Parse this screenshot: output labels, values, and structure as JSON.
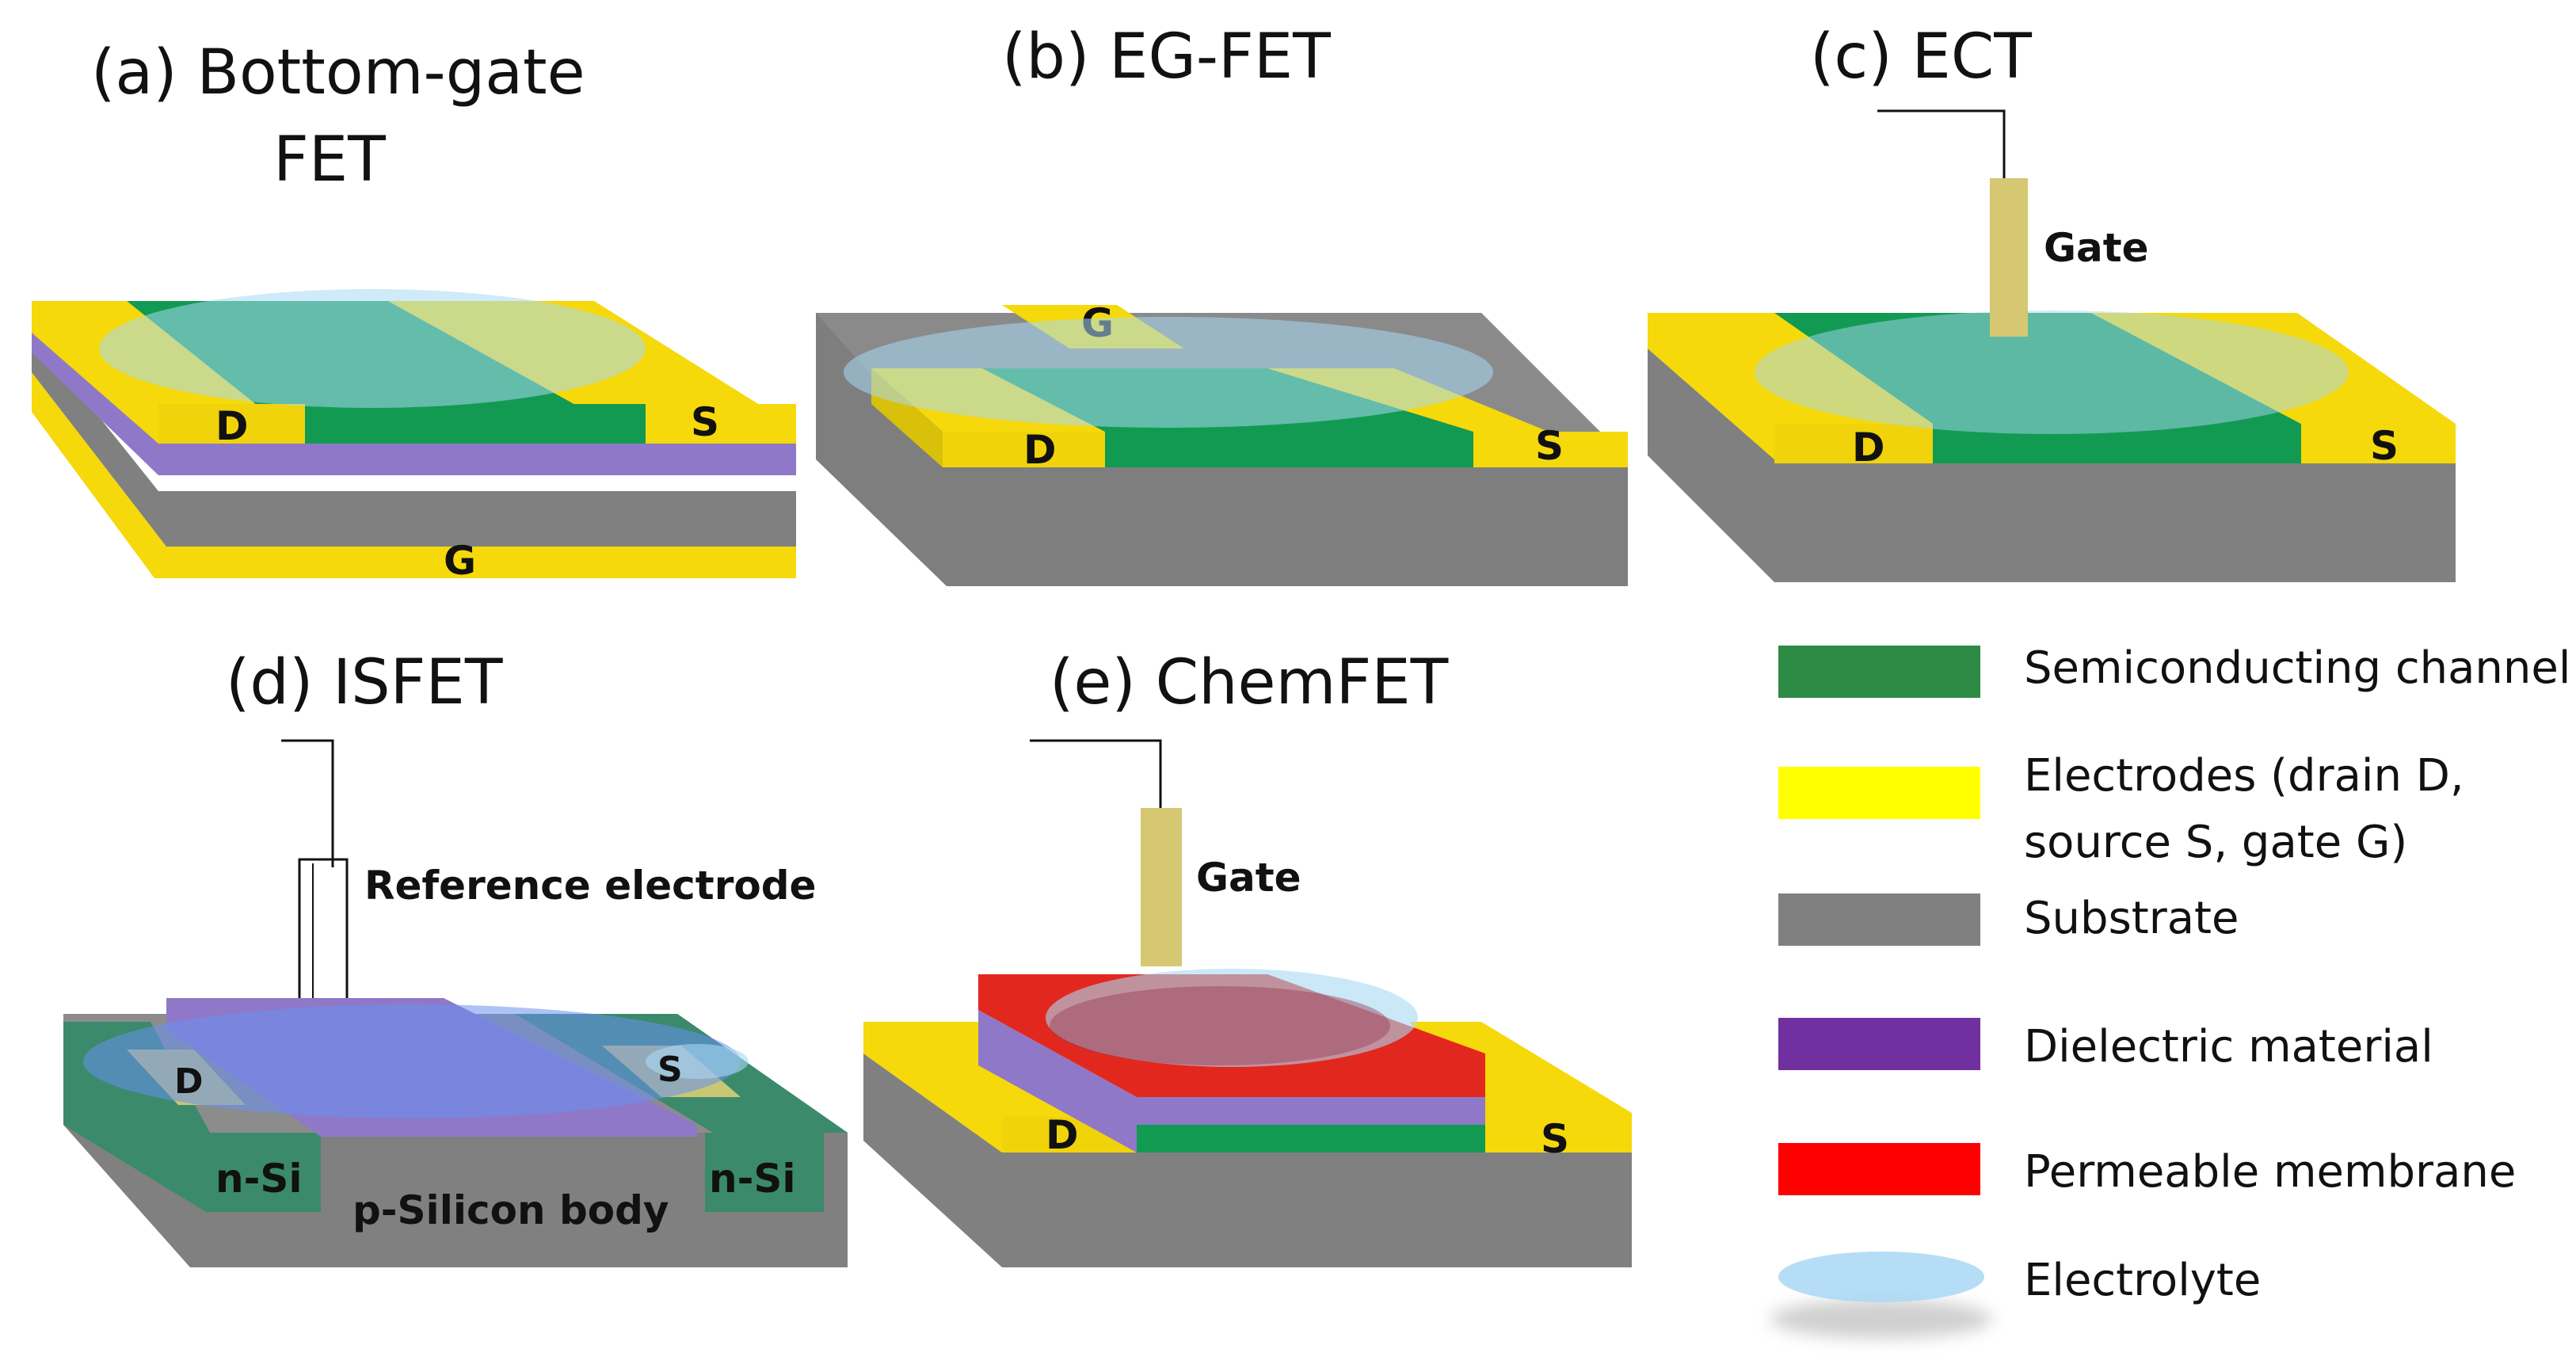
{
  "panels": {
    "a": {
      "title_line1": "(a) Bottom-gate",
      "title_line2": "FET",
      "drain": "D",
      "source": "S",
      "gate": "G"
    },
    "b": {
      "title": "(b) EG-FET",
      "drain": "D",
      "source": "S",
      "gate": "G"
    },
    "c": {
      "title": "(c) ECT",
      "drain": "D",
      "source": "S",
      "gate_label": "Gate"
    },
    "d": {
      "title": "(d) ISFET",
      "drain": "D",
      "source": "S",
      "ref_label": "Reference electrode",
      "nsi_left": "n-Si",
      "nsi_right": "n-Si",
      "body_label": "p-Silicon body"
    },
    "e": {
      "title": "(e) ChemFET",
      "drain": "D",
      "source": "S",
      "gate_label": "Gate"
    }
  },
  "legend": [
    {
      "label": "Semiconducting channel",
      "color": "#2e8b45",
      "shape": "rect"
    },
    {
      "label_line1": "Electrodes (drain D,",
      "label_line2": "source S, gate G)",
      "color": "#ffff00",
      "shape": "rect"
    },
    {
      "label": "Substrate",
      "color": "#808080",
      "shape": "rect"
    },
    {
      "label": "Dielectric material",
      "color": "#7030a0",
      "shape": "rect"
    },
    {
      "label": "Permeable membrane",
      "color": "#ff0000",
      "shape": "rect"
    },
    {
      "label": "Electrolyte",
      "color": "#9fd3f0",
      "shape": "ellipse"
    }
  ],
  "colors": {
    "channel": "#129a52",
    "electrode": "#f5d90a",
    "substrate": "#808080",
    "dielectric": "#8f78c8",
    "membrane": "#e2281e",
    "electrolyte": "#a8d8f4",
    "gate_rod": "#d6c872",
    "silicon_n": "#3b8a6c"
  }
}
